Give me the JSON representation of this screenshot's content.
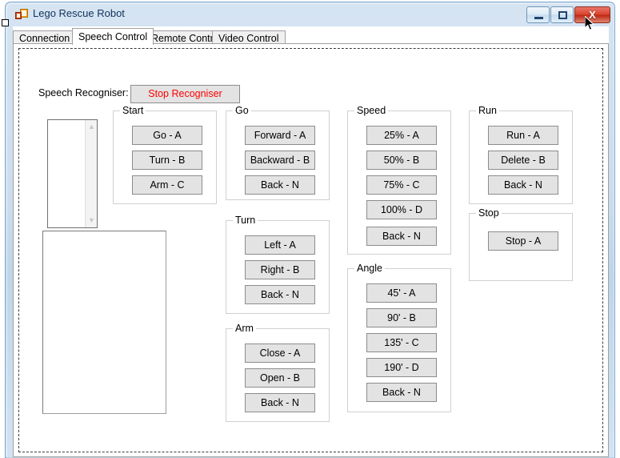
{
  "window": {
    "title": "Lego Rescue Robot",
    "icon": "winforms-app-icon",
    "buttons": {
      "minimize": "minimize-icon",
      "maximize": "maximize-icon",
      "close": "X"
    }
  },
  "tabs": [
    {
      "label": "Connection",
      "active": false
    },
    {
      "label": "Speech Control",
      "active": true
    },
    {
      "label": "Remote Control",
      "active": false
    },
    {
      "label": "Video Control",
      "active": false
    }
  ],
  "speech": {
    "label": "Speech Recogniser:",
    "button_label": "Stop Recogniser",
    "button_color": "#fe0000"
  },
  "listbox": {
    "items": [],
    "scroll_up": "▲",
    "scroll_down": "▼"
  },
  "output_panel": {
    "text": ""
  },
  "groups": [
    {
      "title": "Start",
      "buttons": [
        "Go - A",
        "Turn - B",
        "Arm - C"
      ]
    },
    {
      "title": "Go",
      "buttons": [
        "Forward - A",
        "Backward - B",
        "Back - N"
      ]
    },
    {
      "title": "Turn",
      "buttons": [
        "Left - A",
        "Right - B",
        "Back - N"
      ]
    },
    {
      "title": "Arm",
      "buttons": [
        "Close - A",
        "Open - B",
        "Back - N"
      ]
    },
    {
      "title": "Speed",
      "buttons": [
        "25% - A",
        "50% - B",
        "75% - C",
        "100% - D",
        "Back - N"
      ]
    },
    {
      "title": "Angle",
      "buttons": [
        "45' - A",
        "90' - B",
        "135' - C",
        "190' - D",
        "Back - N"
      ]
    },
    {
      "title": "Run",
      "buttons": [
        "Run - A",
        "Delete - B",
        "Back - N"
      ]
    },
    {
      "title": "Stop",
      "buttons": [
        "Stop - A"
      ]
    }
  ],
  "colors": {
    "button_face": "#e3e3e3",
    "button_border": "#8c8c8c",
    "accent_red": "#fe0000",
    "window_frame": "#bed5ea"
  }
}
